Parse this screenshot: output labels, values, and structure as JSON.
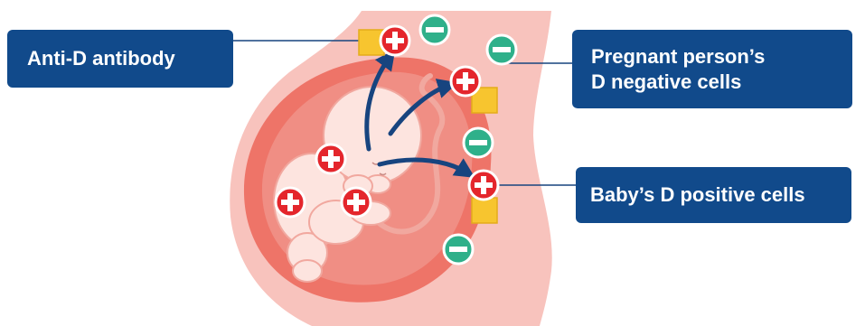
{
  "labels": {
    "anti_d": "Anti-D antibody",
    "pregnant_negative": "Pregnant person’s\nD negative cells",
    "baby_positive": "Baby’s D positive cells"
  },
  "colors": {
    "label_bg": "#114a8b",
    "label_text": "#ffffff",
    "belly": "#f8c3bd",
    "uterus": "#ee7468",
    "amniotic": "#f08e84",
    "baby": "#fde4df",
    "baby_outline": "#f1a89f",
    "positive_cell": "#e4262c",
    "negative_cell": "#2fb08a",
    "antibody": "#f7c52f",
    "arrow": "#17447f",
    "leader_line": "#17447f"
  },
  "icons": [
    "plus-cell-icon",
    "minus-cell-icon",
    "antibody-square-icon",
    "arrow-icon"
  ]
}
